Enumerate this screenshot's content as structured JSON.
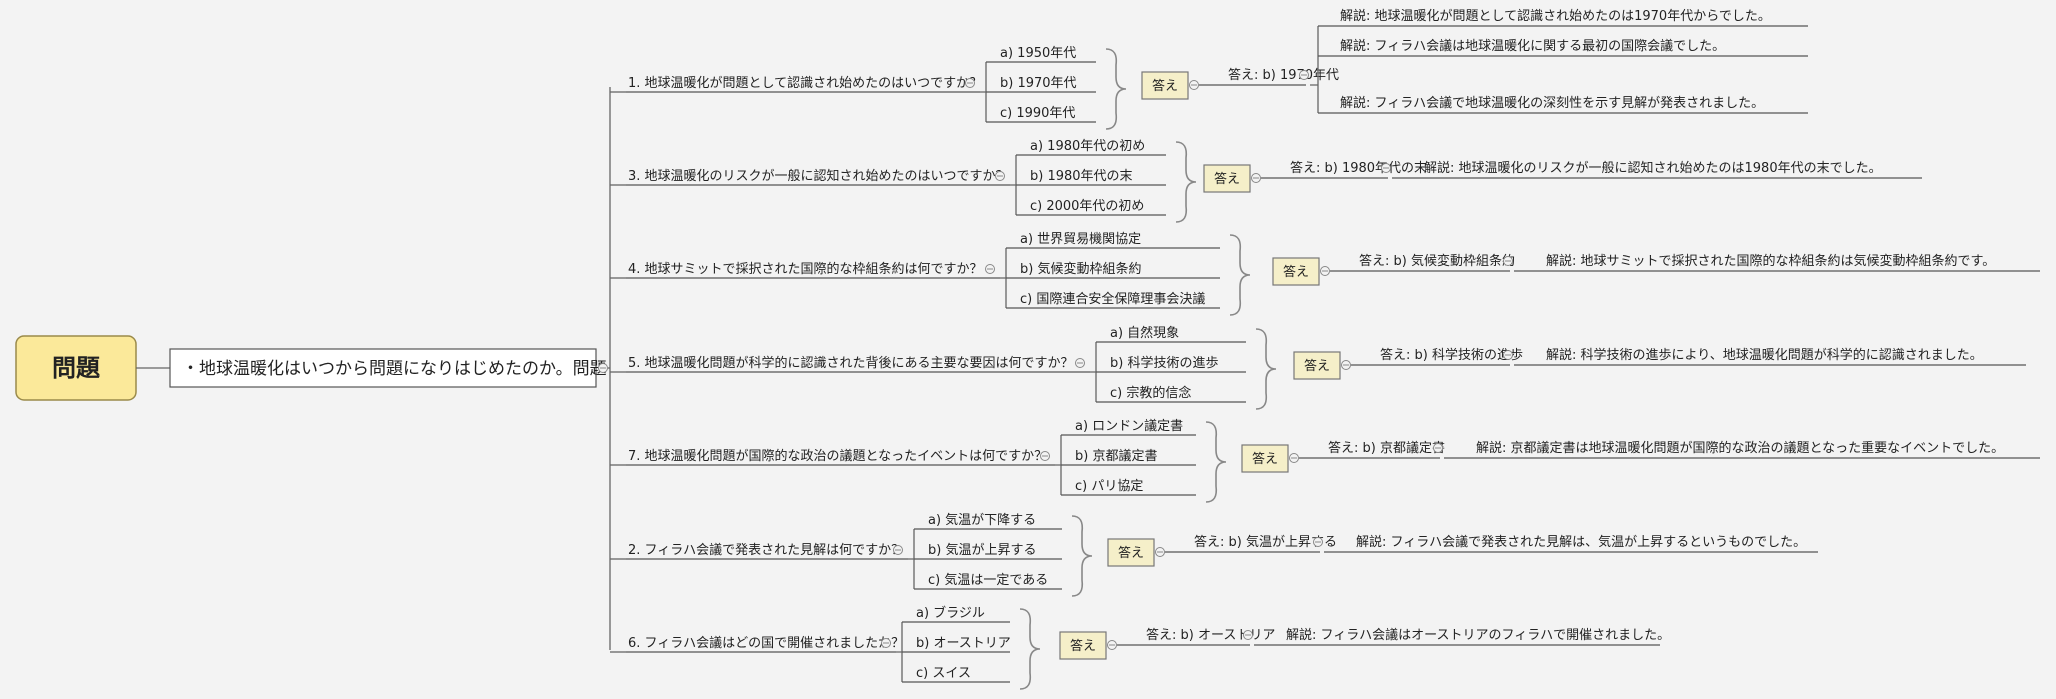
{
  "root": {
    "label": "問題"
  },
  "main_topic": {
    "label": "・地球温暖化はいつから問題になりはじめたのか。問題"
  },
  "answer_button_label": "答え",
  "questions": [
    {
      "question": "1. 地球温暖化が問題として認識され始めたのはいつですか？",
      "options": [
        "a) 1950年代",
        "b) 1970年代",
        "c) 1990年代"
      ],
      "answer": "答え: b) 1970年代",
      "explanations": [
        "解説: 地球温暖化が問題として認識され始めたのは1970年代からでした。",
        "解説: フィラハ会議は地球温暖化に関する最初の国際会議でした。",
        "解説: フィラハ会議で地球温暖化の深刻性を示す見解が発表されました。"
      ]
    },
    {
      "question": "3. 地球温暖化のリスクが一般に認知され始めたのはいつですか？",
      "options": [
        "a) 1980年代の初め",
        "b) 1980年代の末",
        "c) 2000年代の初め"
      ],
      "answer": "答え: b) 1980年代の末",
      "explanations": [
        "解説: 地球温暖化のリスクが一般に認知され始めたのは1980年代の末でした。"
      ]
    },
    {
      "question": "4. 地球サミットで採択された国際的な枠組条約は何ですか？",
      "options": [
        "a) 世界貿易機関協定",
        "b) 気候変動枠組条約",
        "c) 国際連合安全保障理事会決議"
      ],
      "answer": "答え: b) 気候変動枠組条約",
      "explanations": [
        "解説: 地球サミットで採択された国際的な枠組条約は気候変動枠組条約です。"
      ]
    },
    {
      "question": "5. 地球温暖化問題が科学的に認識された背後にある主要な要因は何ですか？",
      "options": [
        "a) 自然現象",
        "b) 科学技術の進歩",
        "c) 宗教的信念"
      ],
      "answer": "答え: b) 科学技術の進歩",
      "explanations": [
        "解説: 科学技術の進歩により、地球温暖化問題が科学的に認識されました。"
      ]
    },
    {
      "question": "7. 地球温暖化問題が国際的な政治の議題となったイベントは何ですか？",
      "options": [
        "a) ロンドン議定書",
        "b) 京都議定書",
        "c) パリ協定"
      ],
      "answer": "答え: b) 京都議定書",
      "explanations": [
        "解説: 京都議定書は地球温暖化問題が国際的な政治の議題となった重要なイベントでした。"
      ]
    },
    {
      "question": "2. フィラハ会議で発表された見解は何ですか？",
      "options": [
        "a) 気温が下降する",
        "b) 気温が上昇する",
        "c) 気温は一定である"
      ],
      "answer": "答え: b) 気温が上昇する",
      "explanations": [
        "解説: フィラハ会議で発表された見解は、気温が上昇するというものでした。"
      ]
    },
    {
      "question": "6. フィラハ会議はどの国で開催されましたか？",
      "options": [
        "a) ブラジル",
        "b) オーストリア",
        "c) スイス"
      ],
      "answer": "答え: b) オーストリア",
      "explanations": [
        "解説: フィラハ会議はオーストリアのフィラハで開催されました。"
      ]
    }
  ],
  "colors": {
    "root_fill": "#fbe99a",
    "root_stroke": "#9a8a4a",
    "answer_fill": "#f5efc9",
    "answer_stroke": "#777777",
    "main_topic_fill": "#ffffff"
  }
}
